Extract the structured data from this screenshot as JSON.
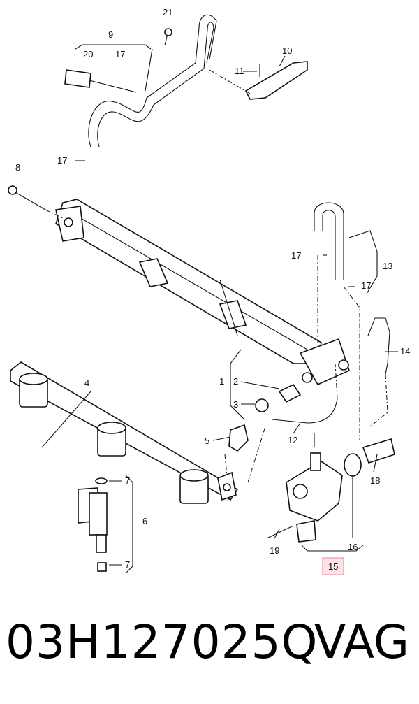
{
  "callouts": {
    "c1": "1",
    "c2": "2",
    "c3": "3",
    "c4": "4",
    "c5": "5",
    "c6": "6",
    "c7a": "7",
    "c7b": "7",
    "c8": "8",
    "c9": "9",
    "c10": "10",
    "c11": "11",
    "c12": "12",
    "c13": "13",
    "c14": "14",
    "c15": "15",
    "c16": "16",
    "c17a": "17",
    "c17b": "17",
    "c17c": "17",
    "c17d": "17",
    "c18": "18",
    "c19": "19",
    "c20": "20",
    "c21": "21"
  },
  "highlight_color": "#e89aa6",
  "footer": {
    "part_number": "03H127025Q",
    "brand": "VAG"
  }
}
